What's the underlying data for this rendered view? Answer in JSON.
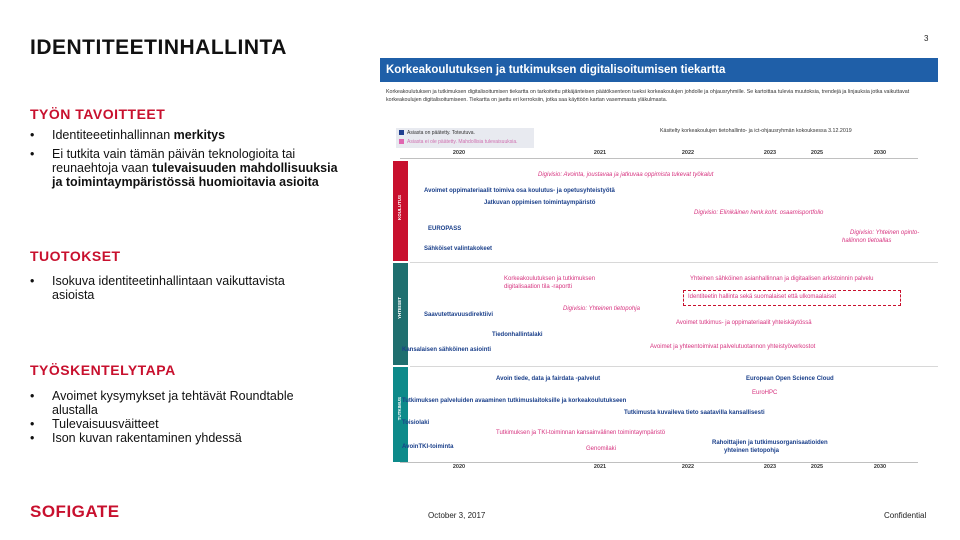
{
  "page_number": "3",
  "title": "IDENTITEETINHALLINTA",
  "sections": {
    "goals": {
      "heading": "TYÖN TAVOITTEET",
      "items": [
        {
          "bullet": "•",
          "text": "Identiteeetinhallinnan ",
          "bold": "merkitys"
        },
        {
          "bullet": "•",
          "text": "Ei tutkita vain tämän päivän teknologioita tai reunaehtoja vaan ",
          "bold": "tulevaisuuden mahdollisuuksia ja toimintaympäristössä huomioitavia asioita"
        }
      ]
    },
    "outputs": {
      "heading": "TUOTOKSET",
      "items": [
        {
          "bullet": "•",
          "text": "Isokuva identiteetinhallintaan vaikuttavista asioista"
        }
      ]
    },
    "method": {
      "heading": "TYÖSKENTELYTAPA",
      "items": [
        {
          "bullet": "•",
          "text": "Avoimet kysymykset ja tehtävät Roundtable alustalla"
        },
        {
          "bullet": "•",
          "text": "Tulevaisuusväitteet"
        },
        {
          "bullet": "•",
          "text": "Ison kuvan rakentaminen yhdessä"
        }
      ]
    }
  },
  "logo": "SOFIGATE",
  "footer": {
    "date": "October 3, 2017",
    "confidential": "Confidential"
  },
  "roadmap": {
    "title": "Korkeakoulutuksen ja tutkimuksen digitalisoitumisen tiekartta",
    "description": "Korkeakoulutuksen ja tutkimuksen digitalisoitumisen tiekartta on tarkoitettu pitkäjänteisen päätöksenteon tueksi korkeakoulujen johdolle ja ohjausryhmille. Se kartoittaa tulevia muutoksia, trendejä ja linjauksia jotka vaikuttavat korkeakoulujen digitalisoitumiseen. Tiekartta on jaettu eri kerroksiin, jotka saa käyttöön kartan vasemmasta yläkulmasta.",
    "legend": [
      {
        "label": "Asiasta on päätetty. Toteutuva.",
        "color": "#1f3f8f"
      },
      {
        "label": "Asiasta ei ole päätetty. Mahdollisia tulevaisuuksia.",
        "color": "#e066b0"
      }
    ],
    "decision_note": "Käsitelty korkeakoulujen tietohallinto- ja ict-ohjausryhmän kokouksessa 3.12.2019",
    "years": [
      "2020",
      "2021",
      "2022",
      "2023",
      "2025",
      "2030"
    ],
    "bands": [
      {
        "label": "KOULUTUS",
        "color": "#c8102e"
      },
      {
        "label": "YHTEISET",
        "color": "#1f6f6f"
      },
      {
        "label": "TUTKIMUS",
        "color": "#0d8a8a"
      }
    ],
    "items": {
      "v1": "Digivisio: Avointa, joustavaa ja jatkuvaa oppimista tukevat työkalut",
      "k1": "Avoimet oppimateriaalit toimiva osa koulutus- ja opetusyhteistyötä",
      "k2": "Jatkuvan oppimisen toimintaympäristö",
      "v2": "Digivisio: Elinikäinen henk.koht. osaamisportfolio",
      "k3": "EUROPASS",
      "v3a": "Digivisio: Yhteinen opinto-",
      "v3b": "hallinnon tietoallas",
      "k4": "Sähköiset valintakokeet",
      "y1a": "Korkeakoulutuksen ja tutkimuksen",
      "y1b": "digitalisaation tila -raportti",
      "y2": "Yhteinen sähköinen asianhallinnan ja digitaalisen arkistoinnin palvelu",
      "y3": "Identiteetin hallinta sekä suomalaiset että ulkomaalaiset",
      "y4": "Saavutettavuusdirektiivi",
      "y5": "Digivisio: Yhteinen tietopohja",
      "y6": "Avoimet tutkimus- ja oppimateriaalit yhteiskäytössä",
      "y7": "Tiedonhallintalaki",
      "y8": "Avoimet ja yhteentoimivat palvelutuotannon yhteistyöverkostot",
      "y9": "Kansalaisen sähköinen asiointi",
      "t1": "Avoin tiede, data ja fairdata -palvelut",
      "t2": "European Open Science Cloud",
      "t3": "EuroHPC",
      "t4": "Tutkimuksen palveluiden avaaminen tutkimuslaitoksille ja korkeakoulutukseen",
      "t5": "Tutkimusta kuvaileva tieto saatavilla kansallisesti",
      "t6": "Toisiolaki",
      "t7": "Tutkimuksen ja TKI-toiminnan kansainvälinen toimintaympäristö",
      "t8a": "Rahoittajien ja tutkimusorganisaatioiden",
      "t8b": "yhteinen tietopohja",
      "t9": "AvoinTKI-toiminta",
      "t10": "Genomilaki"
    }
  }
}
